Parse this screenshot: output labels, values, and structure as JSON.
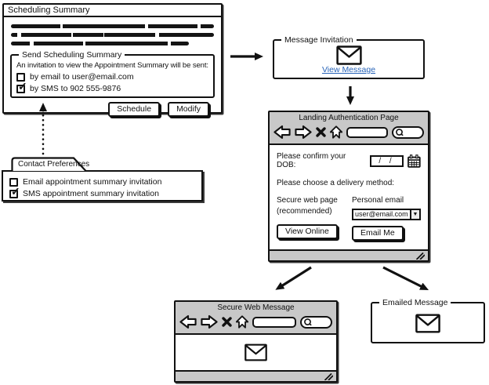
{
  "scheduling_window": {
    "title": "Scheduling Summary",
    "group": {
      "legend": "Send Scheduling Summary",
      "intro": "An invitation to view the Appointment Summary will be sent:",
      "options": [
        {
          "label": "by email to user@email.com",
          "check": ""
        },
        {
          "label": "by SMS to 902 555-9876",
          "check": "✓"
        }
      ]
    },
    "buttons": {
      "schedule": "Schedule",
      "modify": "Modify"
    }
  },
  "contact_preferences": {
    "tab_label": "Contact Preferences",
    "options": [
      {
        "label": "Email appointment summary invitation",
        "check": ""
      },
      {
        "label": "SMS appointment summary invitation",
        "check": "✓"
      }
    ]
  },
  "message_invitation": {
    "legend": "Message Invitation",
    "link_label": "View Message"
  },
  "landing_page": {
    "title": "Landing Authentication Page",
    "dob_label": "Please confirm your DOB:",
    "dob_value": "/ /",
    "method_label": "Please choose a delivery method:",
    "secure_option_line1": "Secure web page",
    "secure_option_line2": "(recommended)",
    "email_option_label": "Personal email",
    "email_value": "user@email.com",
    "view_online_button": "View Online",
    "email_me_button": "Email Me"
  },
  "secure_web_message": {
    "title": "Secure Web Message"
  },
  "emailed_message": {
    "legend": "Emailed Message"
  },
  "icons": {
    "dropdown_arrow": "▼"
  },
  "colors": {
    "link": "#2864b8",
    "chrome_gray": "#c8c8c8",
    "ink": "#111111"
  }
}
